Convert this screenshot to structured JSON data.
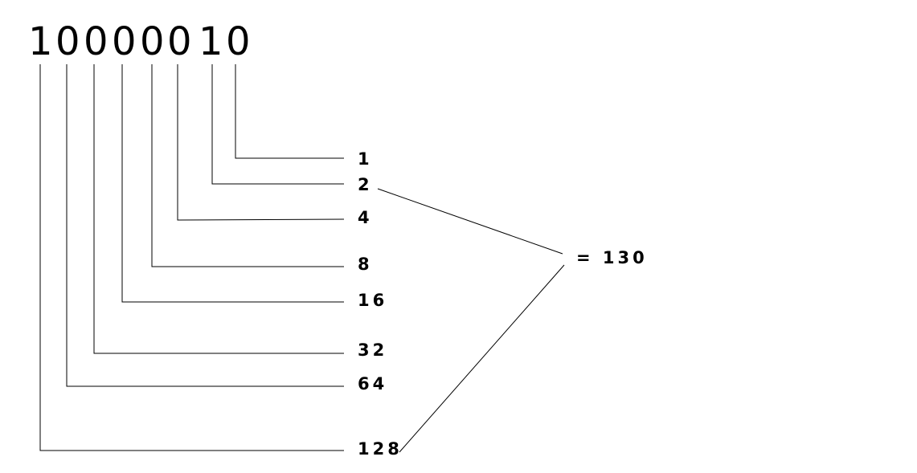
{
  "binary": {
    "digits": [
      "1",
      "0",
      "0",
      "0",
      "0",
      "0",
      "1",
      "0"
    ]
  },
  "place_values": [
    "1",
    "2",
    "4",
    "8",
    "16",
    "32",
    "64",
    "128"
  ],
  "result": {
    "text": "= 130"
  }
}
